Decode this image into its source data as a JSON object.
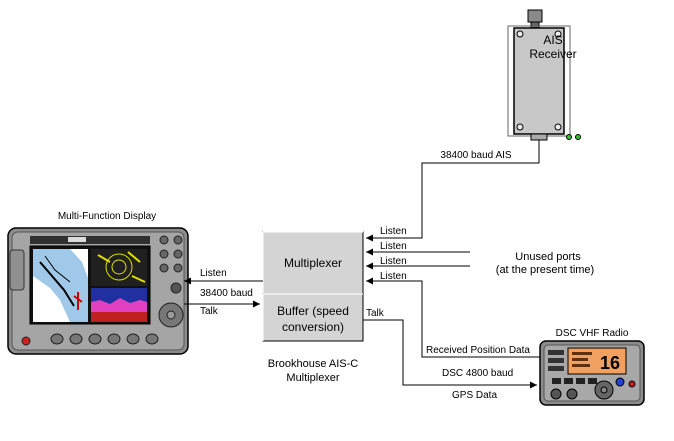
{
  "devices": {
    "mfd": {
      "title": "Multi-Function Display"
    },
    "ais_receiver": {
      "label_line1": "AIS",
      "label_line2": "Receiver"
    },
    "vhf_radio": {
      "title": "DSC VHF Radio",
      "display_number": "16"
    }
  },
  "multiplexer": {
    "mux_label": "Multiplexer",
    "buffer_line1": "Buffer (speed",
    "buffer_line2": "conversion)",
    "caption_line1": "Brookhouse AIS-C",
    "caption_line2": "Multiplexer"
  },
  "connections": {
    "ais_baud": "38400  baud  AIS",
    "listen_1": "Listen",
    "listen_2": "Listen",
    "listen_3": "Listen",
    "listen_4": "Listen",
    "unused_line1": "Unused ports",
    "unused_line2": "(at the present time)",
    "mfd_listen": "Listen",
    "mfd_baud": "38400 baud",
    "mfd_talk": "Talk",
    "buffer_talk": "Talk",
    "received_position": "Received Position Data",
    "dsc_baud": "DSC  4800 baud",
    "gps_data": "GPS Data"
  },
  "colors": {
    "mux_fill": "#d4d4d4",
    "device_body": "#c8c8c8",
    "radio_display": "#f0a060",
    "screen_dark": "#101010"
  }
}
